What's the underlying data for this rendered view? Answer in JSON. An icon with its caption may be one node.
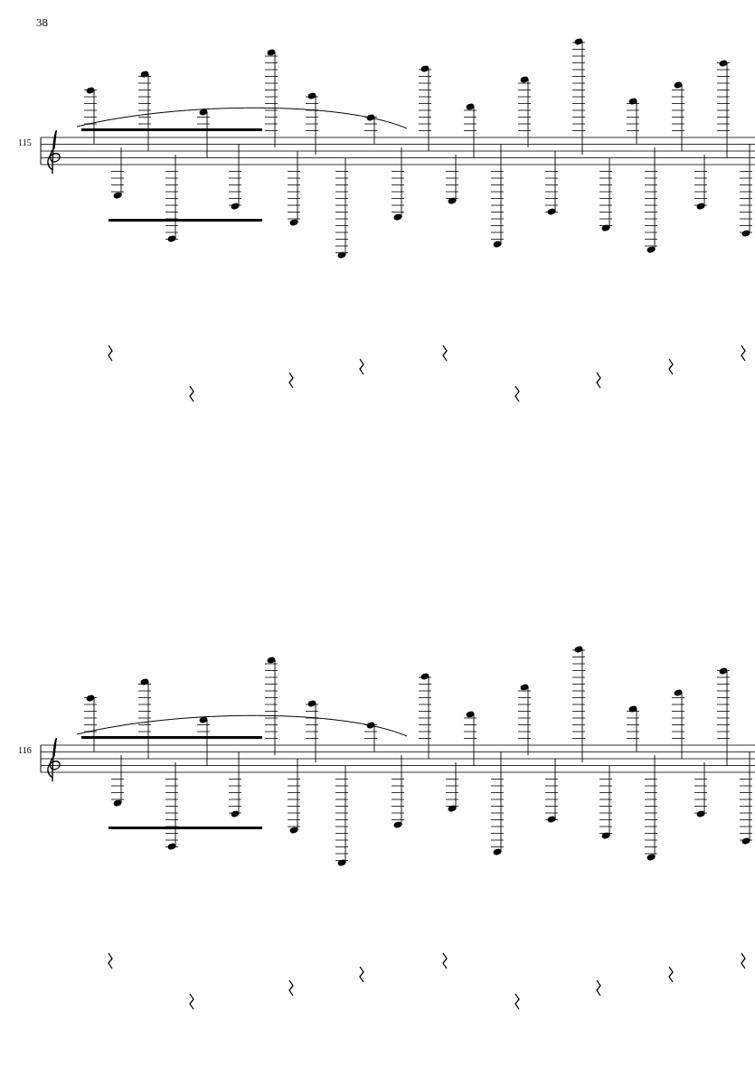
{
  "diagram": {
    "labels": [
      "38",
      "115",
      "116"
    ]
  }
}
